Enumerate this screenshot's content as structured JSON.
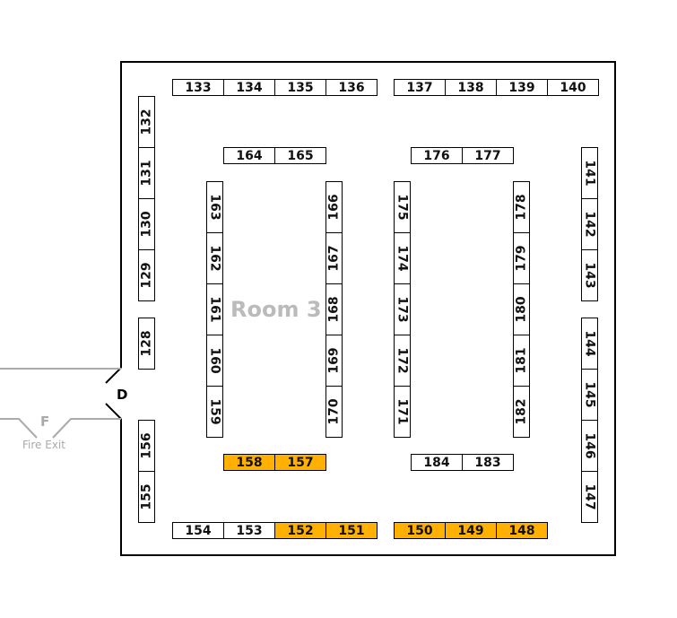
{
  "room_name": "Room 3",
  "door_label": "D",
  "fire_exit": {
    "letter": "F",
    "label": "Fire Exit"
  },
  "highlight_color": "#FFB000",
  "booth_groups": {
    "top_left": [
      "133",
      "134",
      "135",
      "136"
    ],
    "top_right": [
      "137",
      "138",
      "139",
      "140"
    ],
    "left_upper": [
      "132",
      "131",
      "130",
      "129"
    ],
    "left_mid": [
      "128"
    ],
    "left_lower": [
      "156",
      "155"
    ],
    "inner_top_left": [
      "164",
      "165"
    ],
    "inner_top_right": [
      "176",
      "177"
    ],
    "col_a": [
      "163",
      "162",
      "161",
      "160",
      "159"
    ],
    "col_b": [
      "166",
      "167",
      "168",
      "169",
      "170"
    ],
    "col_c": [
      "175",
      "174",
      "173",
      "172",
      "171"
    ],
    "col_d": [
      "178",
      "179",
      "180",
      "181",
      "182"
    ],
    "right_upper": [
      "141",
      "142",
      "143"
    ],
    "right_lower": [
      "144",
      "145",
      "146",
      "147"
    ],
    "inner_bottom_left": [
      "158",
      "157"
    ],
    "inner_bottom_right": [
      "184",
      "183"
    ],
    "bottom_left": [
      "154",
      "153",
      "152",
      "151"
    ],
    "bottom_right": [
      "150",
      "149",
      "148"
    ]
  },
  "highlighted_booths": [
    "158",
    "157",
    "152",
    "151",
    "150",
    "149",
    "148"
  ]
}
